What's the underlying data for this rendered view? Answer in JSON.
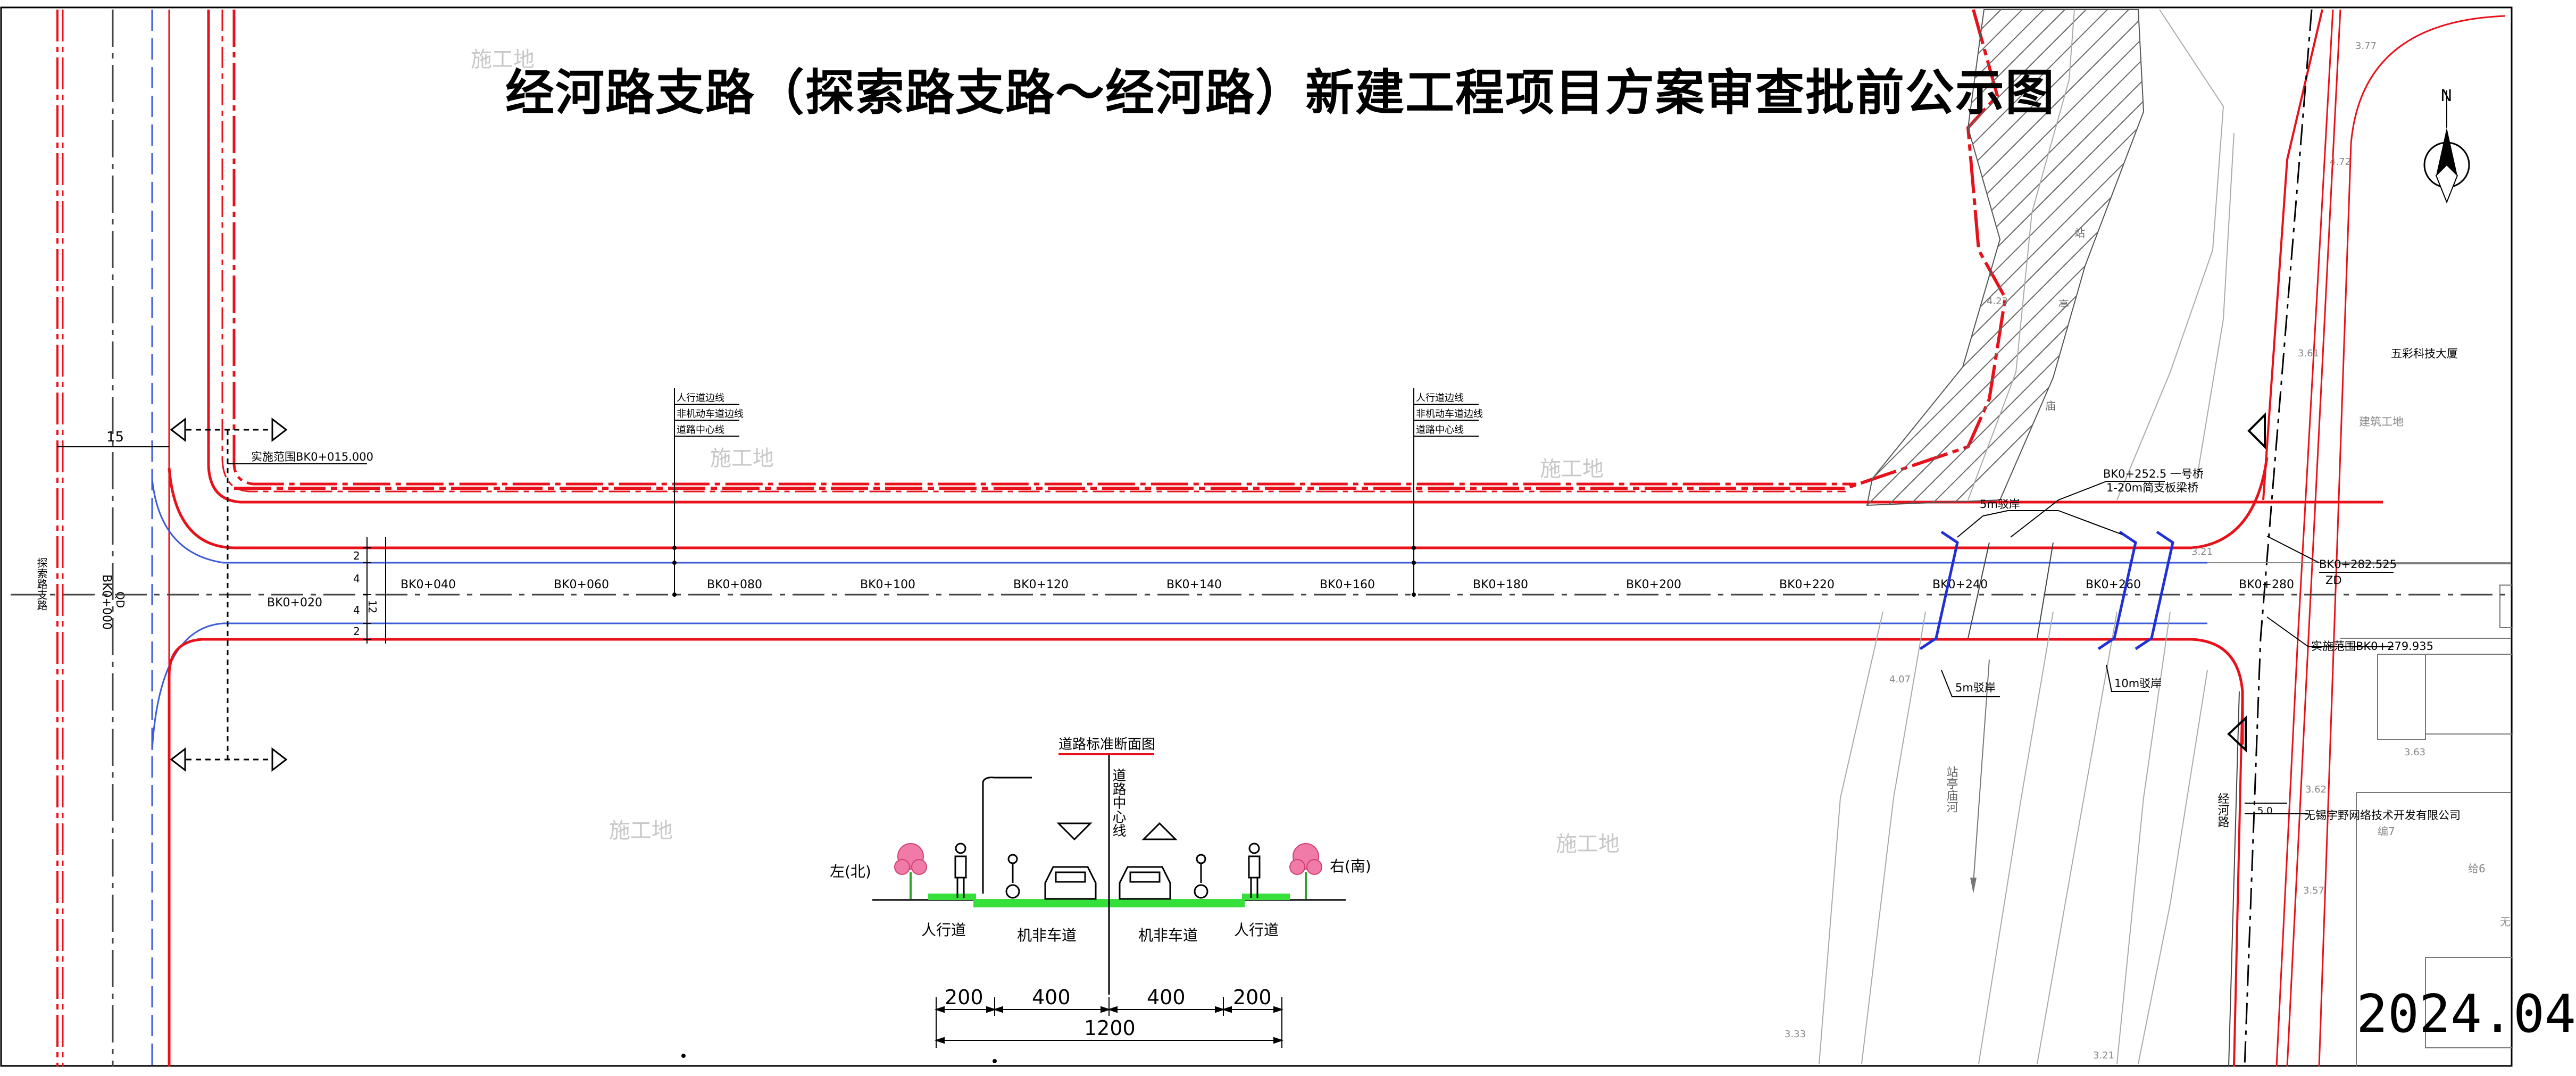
{
  "title": "经河路支路（探索路支路～经河路）新建工程项目方案审查批前公示图",
  "date": "2024.04",
  "watermark": "施工地",
  "side_road_left": "探索路支路",
  "side_road_right": "经河路",
  "offset_width": "15",
  "implementation_start": "实施范围BK0+015.000",
  "implementation_end": "实施范围BK0+279.935",
  "end_chainage": "BK0+282.525",
  "zd": "ZD",
  "start_chainage": "BK0+000",
  "start_chainage_q": "QD",
  "chainages": [
    "BK0+020",
    "BK0+040",
    "BK0+060",
    "BK0+080",
    "BK0+100",
    "BK0+120",
    "BK0+140",
    "BK0+160",
    "BK0+180",
    "BK0+200",
    "BK0+220",
    "BK0+240",
    "BK0+260",
    "BK0+280"
  ],
  "line_legend": [
    "人行道边线",
    "非机动车道边线",
    "道路中心线"
  ],
  "width_dims": [
    "2",
    "4",
    "12",
    "4",
    "2"
  ],
  "revetment_5m_top": "5m驳岸",
  "bridge_label_1": "BK0+252.5  一号桥",
  "bridge_label_2": "1-20m简支板梁桥",
  "revetment_5m_bottom": "5m驳岸",
  "revetment_10m": "10m驳岸",
  "river_name": "站亭庙河",
  "river_top": [
    "站",
    "亭",
    "庙"
  ],
  "building_name": "五彩科技大厦",
  "building_site": "建筑工地",
  "company_name": "无锡宇野网络技术开发有限公司",
  "north": "N",
  "elevations": [
    "3.77",
    "4.72",
    "4.23",
    "3.61",
    "3.21",
    "4.07",
    "3.62",
    "3.63",
    "3.57",
    "3.33",
    "3.21"
  ],
  "dim_5_0": "5.0",
  "plot_labels": [
    "编7",
    "给6",
    "无"
  ],
  "cross_section": {
    "title": "道路标准断面图",
    "centerline": "道路中心线",
    "left": "左(北)",
    "right": "右(南)",
    "sidewalk": "人行道",
    "lane": "机非车道",
    "dims": [
      "200",
      "400",
      "400",
      "200"
    ],
    "total": "1200"
  }
}
